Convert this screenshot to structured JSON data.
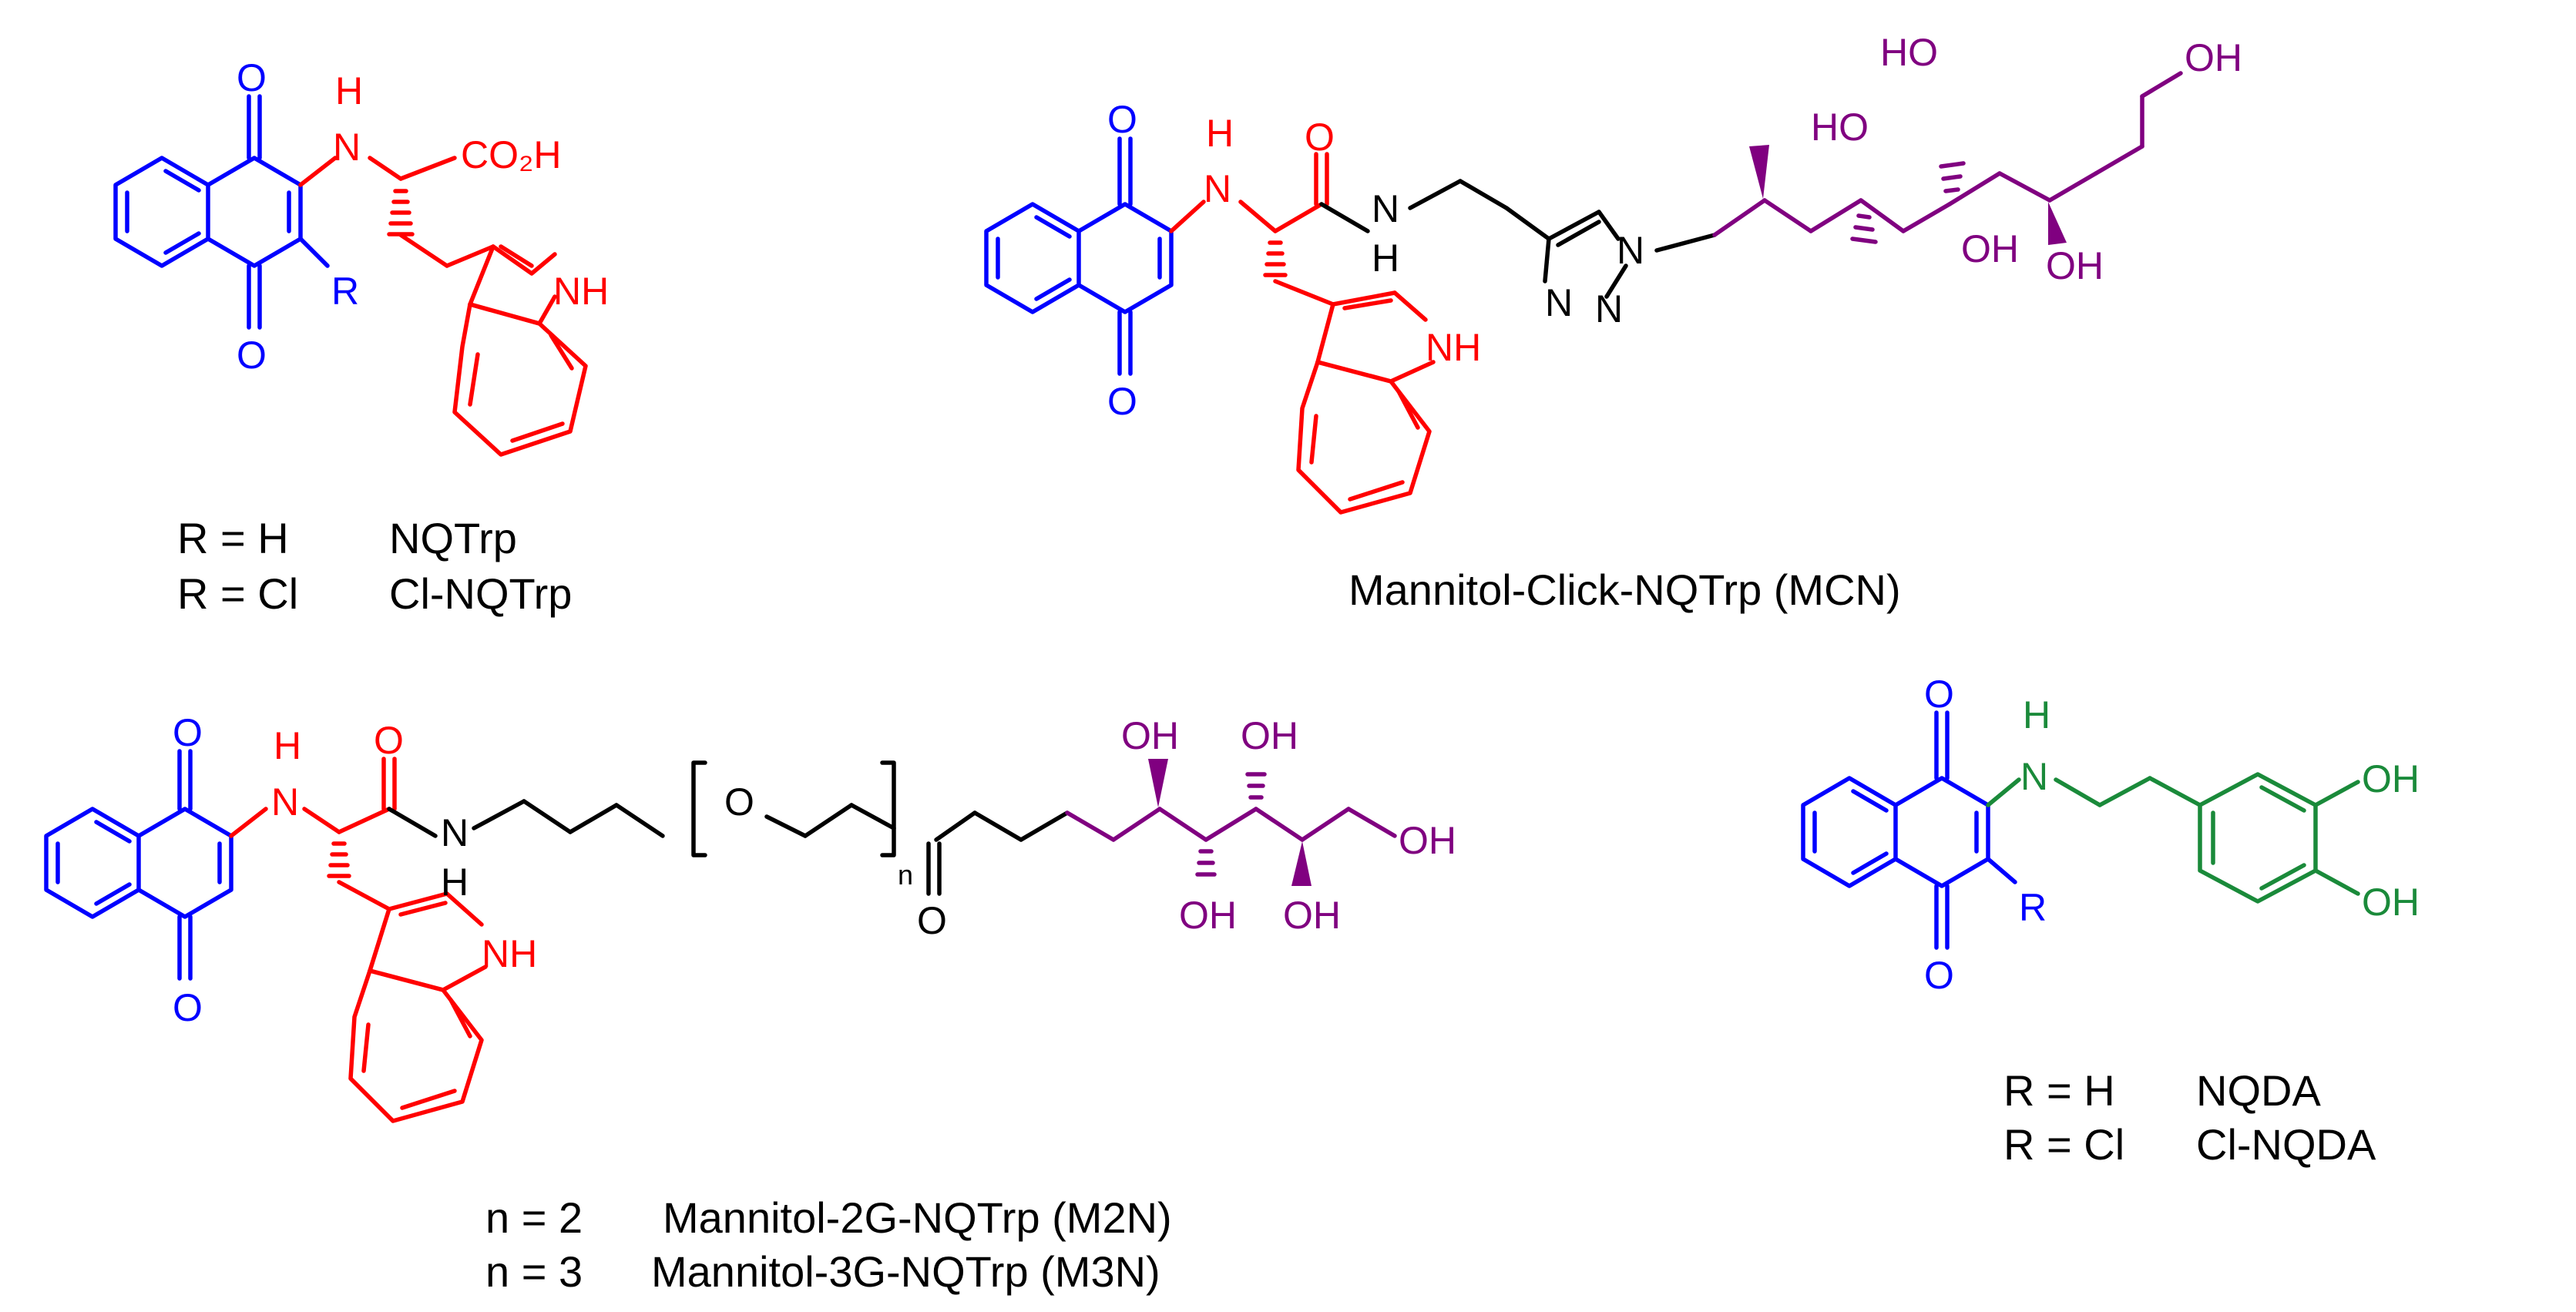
{
  "compounds": {
    "nqtrp": {
      "variants": [
        {
          "r": "R = H",
          "name": "NQTrp"
        },
        {
          "r": "R = Cl",
          "name": "Cl-NQTrp"
        }
      ]
    },
    "mcn": {
      "name": "Mannitol-Click-NQTrp (MCN)"
    },
    "mgn": {
      "variants": [
        {
          "n": "n = 2",
          "name": "Mannitol-2G-NQTrp (M2N)"
        },
        {
          "n": "n = 3",
          "name": "Mannitol-3G-NQTrp (M3N)"
        }
      ]
    },
    "nqda": {
      "variants": [
        {
          "r": "R = H",
          "name": "NQDA"
        },
        {
          "r": "R = Cl",
          "name": "Cl-NQDA"
        }
      ]
    }
  },
  "atoms": {
    "O": "O",
    "H": "H",
    "N": "N",
    "NH": "NH",
    "OH": "OH",
    "HO": "HO",
    "R": "R",
    "co2h": "CO₂H",
    "n_sub": "n"
  },
  "colors": {
    "naphthoquinone": "#0000ff",
    "tryptophan": "#ff0000",
    "linker": "#000000",
    "mannitol": "#800080",
    "dopamine": "#1a8a3a"
  }
}
